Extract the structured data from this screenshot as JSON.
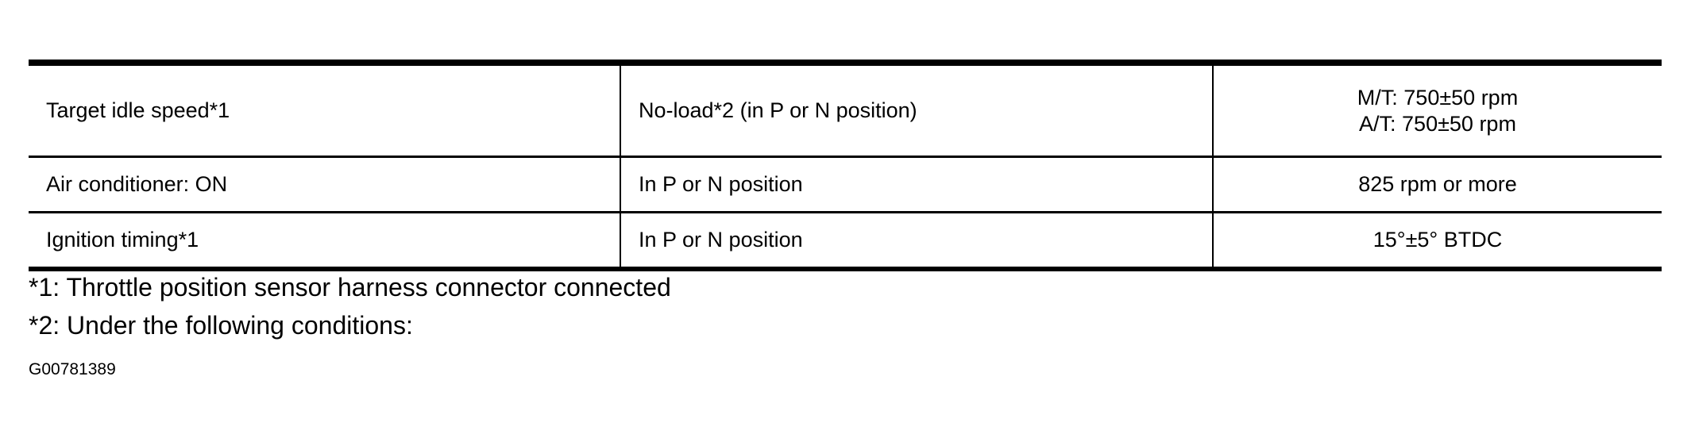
{
  "table": {
    "rows": [
      {
        "item": "Target idle speed*1",
        "condition": "No-load*2 (in P or N position)",
        "spec_lines": [
          "M/T: 750±50 rpm",
          "A/T: 750±50 rpm"
        ]
      },
      {
        "item": "Air conditioner: ON",
        "condition": "In P or N position",
        "spec_lines": [
          "825 rpm or more"
        ]
      },
      {
        "item": "Ignition timing*1",
        "condition": "In P or N position",
        "spec_lines": [
          "15°±5° BTDC"
        ]
      }
    ]
  },
  "footnotes": {
    "note1": "*1: Throttle position sensor harness connector connected",
    "note2": "*2: Under the following conditions:"
  },
  "figure_id": "G00781389"
}
